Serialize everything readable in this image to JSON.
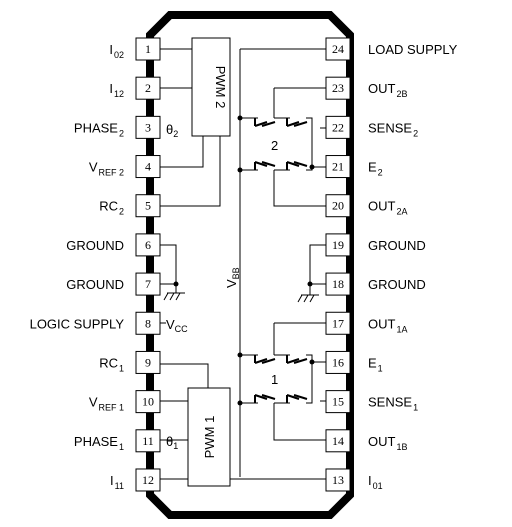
{
  "left_pins": [
    {
      "num": "1",
      "label": "I",
      "sub": "02"
    },
    {
      "num": "2",
      "label": "I",
      "sub": "12"
    },
    {
      "num": "3",
      "label": "PHASE",
      "sub": "2"
    },
    {
      "num": "4",
      "label": "V",
      "sub": "REF 2"
    },
    {
      "num": "5",
      "label": "RC",
      "sub": "2"
    },
    {
      "num": "6",
      "label": "GROUND",
      "sub": ""
    },
    {
      "num": "7",
      "label": "GROUND",
      "sub": ""
    },
    {
      "num": "8",
      "label": "LOGIC SUPPLY",
      "sub": ""
    },
    {
      "num": "9",
      "label": "RC",
      "sub": "1"
    },
    {
      "num": "10",
      "label": "V",
      "sub": "REF 1"
    },
    {
      "num": "11",
      "label": "PHASE",
      "sub": "1"
    },
    {
      "num": "12",
      "label": "I",
      "sub": "11"
    }
  ],
  "right_pins": [
    {
      "num": "24",
      "label": "LOAD SUPPLY",
      "sub": ""
    },
    {
      "num": "23",
      "label": "OUT",
      "sub": "2B"
    },
    {
      "num": "22",
      "label": "SENSE",
      "sub": "2"
    },
    {
      "num": "21",
      "label": "E",
      "sub": "2"
    },
    {
      "num": "20",
      "label": "OUT",
      "sub": "2A"
    },
    {
      "num": "19",
      "label": "GROUND",
      "sub": ""
    },
    {
      "num": "18",
      "label": "GROUND",
      "sub": ""
    },
    {
      "num": "17",
      "label": "OUT",
      "sub": "1A"
    },
    {
      "num": "16",
      "label": "E",
      "sub": "1"
    },
    {
      "num": "15",
      "label": "SENSE",
      "sub": "1"
    },
    {
      "num": "14",
      "label": "OUT",
      "sub": "1B"
    },
    {
      "num": "13",
      "label": "I",
      "sub": "01"
    }
  ],
  "internal": {
    "pwm2": "PWM 2",
    "pwm1": "PWM 1",
    "theta2": {
      "label": "θ",
      "sub": "2"
    },
    "theta1": {
      "label": "θ",
      "sub": "1"
    },
    "vcc": {
      "label": "V",
      "sub": "CC"
    },
    "vbb": {
      "label": "V",
      "sub": "BB"
    },
    "bridge2": "2",
    "bridge1": "1"
  }
}
